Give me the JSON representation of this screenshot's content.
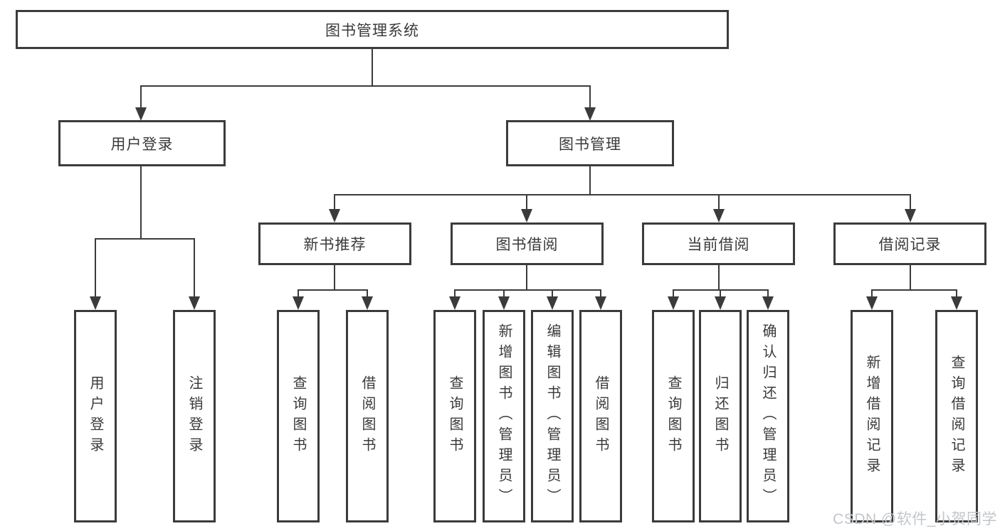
{
  "colors": {
    "line": "#3b3b3b",
    "text": "#3a3a3a",
    "box-bg": "#ffffff",
    "watermark": "#c3c6ca",
    "canvas-bg": "#ffffff"
  },
  "diagram": {
    "root": "图书管理系统",
    "level2": {
      "user_login": "用户登录",
      "book_management": "图书管理"
    },
    "level3": {
      "new_book_recommend": "新书推荐",
      "book_borrowing": "图书借阅",
      "current_borrowing": "当前借阅",
      "borrowing_records": "借阅记录"
    },
    "leaves": {
      "user_login": "用户登录",
      "logout": "注销登录",
      "newrec_query_books": "查询图书",
      "newrec_borrow_books": "借阅图书",
      "borrowing_query_books": "查询图书",
      "borrowing_add_books": "新增图书（管理员）",
      "borrowing_edit_books": "编辑图书（管理员）",
      "borrowing_borrow_books": "借阅图书",
      "current_query_books": "查询图书",
      "current_return_books": "归还图书",
      "current_confirm_return": "确认归还（管理员）",
      "records_add_record": "新增借阅记录",
      "records_query_record": "查询借阅记录"
    }
  },
  "watermark": "CSDN @软件_小贺同学"
}
